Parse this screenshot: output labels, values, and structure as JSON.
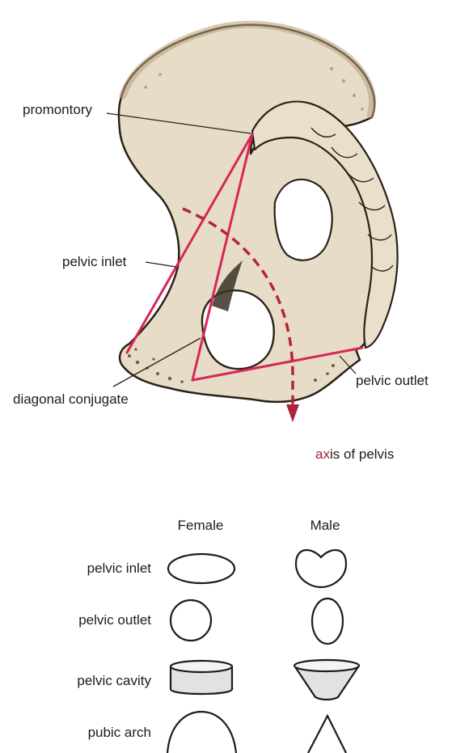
{
  "diagram": {
    "labels": {
      "promontory": "promontory",
      "pelvic_inlet": "pelvic inlet",
      "diagonal_conjugate": "diagonal conjugate",
      "pelvic_outlet": "pelvic outlet",
      "axis_prefix": "ax",
      "axis_rest": "is of pelvis"
    }
  },
  "comparison": {
    "columns": {
      "female": "Female",
      "male": "Male"
    },
    "rows": [
      {
        "label": "pelvic inlet",
        "female_shape": "horizontal-oval",
        "male_shape": "heart"
      },
      {
        "label": "pelvic outlet",
        "female_shape": "circle",
        "male_shape": "vertical-oval"
      },
      {
        "label": "pelvic cavity",
        "female_shape": "short-wide-cylinder",
        "male_shape": "funnel"
      },
      {
        "label": "pubic arch",
        "female_shape": "rounded-arch",
        "male_shape": "narrow-angle"
      }
    ]
  },
  "colors": {
    "bone_fill": "#e7dcc7",
    "bone_outline": "#2a2217",
    "measurement_lines": "#d8265a",
    "axis": "#b2243c",
    "text": "#1c1c1c"
  }
}
